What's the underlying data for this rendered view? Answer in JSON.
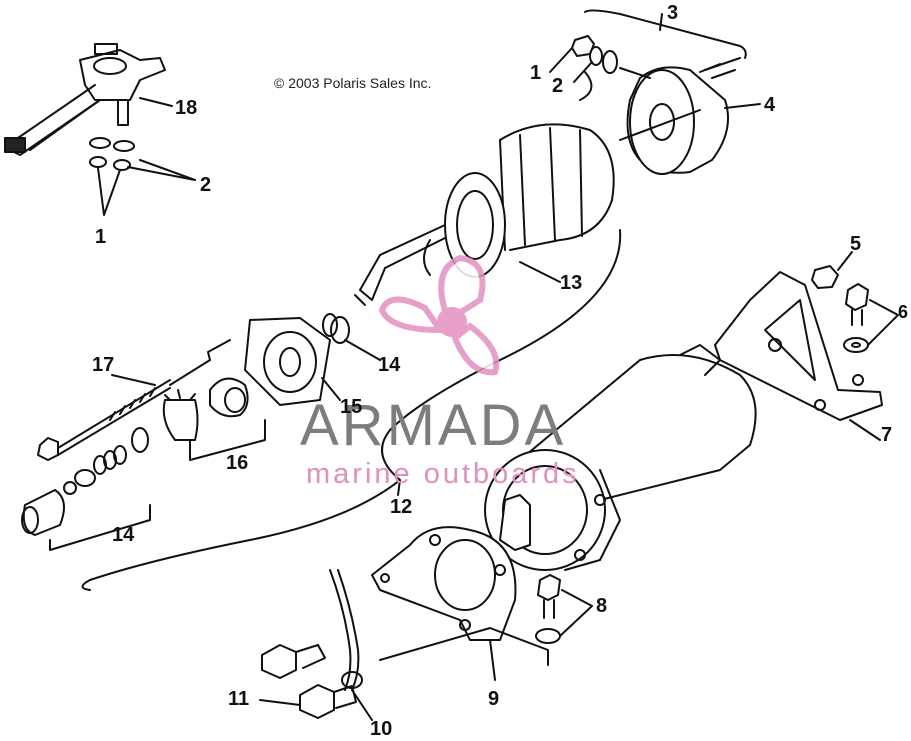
{
  "copyright": "© 2003 Polaris Sales Inc.",
  "watermark": {
    "title": "ARMADA",
    "subtitle": "marine outboards",
    "title_color": "#7d7d7d",
    "accent_color": "#e58fc0"
  },
  "callouts": {
    "c1a": "1",
    "c1b": "1",
    "c2a": "2",
    "c2b": "2",
    "c3": "3",
    "c4": "4",
    "c5": "5",
    "c6": "6",
    "c7": "7",
    "c8": "8",
    "c9": "9",
    "c10": "10",
    "c11": "11",
    "c12": "12",
    "c13": "13",
    "c14a": "14",
    "c14b": "14",
    "c15": "15",
    "c16": "16",
    "c17": "17",
    "c18": "18"
  }
}
